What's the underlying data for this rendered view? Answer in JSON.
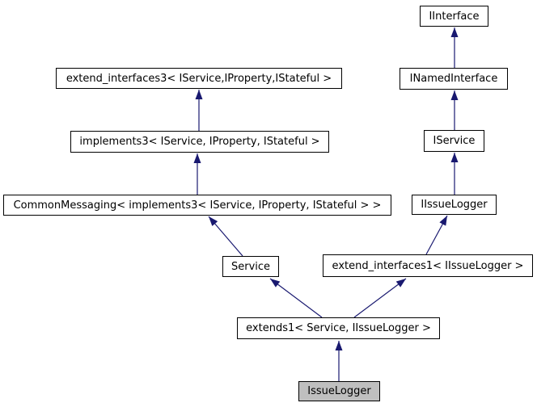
{
  "diagram": {
    "type": "class-inheritance-graph",
    "colors": {
      "background": "#ffffff",
      "edge": "#191970",
      "node_border": "#000000",
      "node_fill": "#ffffff",
      "highlight_node_fill": "#bfbfbf",
      "text": "#000000"
    },
    "nodes": [
      {
        "label": "extend_interfaces3< IService,IProperty,IStateful >",
        "highlight": false
      },
      {
        "label": "implements3< IService, IProperty, IStateful >",
        "highlight": false
      },
      {
        "label": "CommonMessaging< implements3< IService, IProperty, IStateful > >",
        "highlight": false
      },
      {
        "label": "Service",
        "highlight": false
      },
      {
        "label": "extend_interfaces1< IIssueLogger >",
        "highlight": false
      },
      {
        "label": "extends1< Service, IIssueLogger >",
        "highlight": false
      },
      {
        "label": "IssueLogger",
        "highlight": true
      },
      {
        "label": "IInterface",
        "highlight": false
      },
      {
        "label": "INamedInterface",
        "highlight": false
      },
      {
        "label": "IService",
        "highlight": false
      },
      {
        "label": "IIssueLogger",
        "highlight": false
      }
    ],
    "edges": [
      {
        "from": "IssueLogger",
        "to": "extends1< Service, IIssueLogger >"
      },
      {
        "from": "extends1< Service, IIssueLogger >",
        "to": "Service"
      },
      {
        "from": "extends1< Service, IIssueLogger >",
        "to": "extend_interfaces1< IIssueLogger >"
      },
      {
        "from": "Service",
        "to": "CommonMessaging< implements3< IService, IProperty, IStateful > >"
      },
      {
        "from": "CommonMessaging< implements3< IService, IProperty, IStateful > >",
        "to": "implements3< IService, IProperty, IStateful >"
      },
      {
        "from": "implements3< IService, IProperty, IStateful >",
        "to": "extend_interfaces3< IService,IProperty,IStateful >"
      },
      {
        "from": "extend_interfaces1< IIssueLogger >",
        "to": "IIssueLogger"
      },
      {
        "from": "IIssueLogger",
        "to": "IService"
      },
      {
        "from": "IService",
        "to": "INamedInterface"
      },
      {
        "from": "INamedInterface",
        "to": "IInterface"
      }
    ]
  }
}
